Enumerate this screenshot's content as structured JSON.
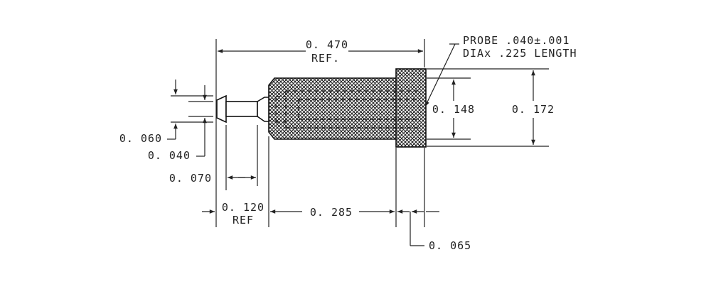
{
  "drawing": {
    "overall_length": {
      "value": "0. 470",
      "suffix": "REF."
    },
    "probe_note": {
      "line1": "PROBE .040±.001",
      "line2": "DIAx .225 LENGTH"
    },
    "inner_diameter": "0. 148",
    "outer_diameter": "0. 172",
    "flange_diameter": "0. 060",
    "neck_diameter": "0. 040",
    "neck_length": "0. 070",
    "tip_length": {
      "value": "0. 120",
      "suffix": "REF"
    },
    "knurl_length": "0. 285",
    "collar_length": "0. 065"
  }
}
